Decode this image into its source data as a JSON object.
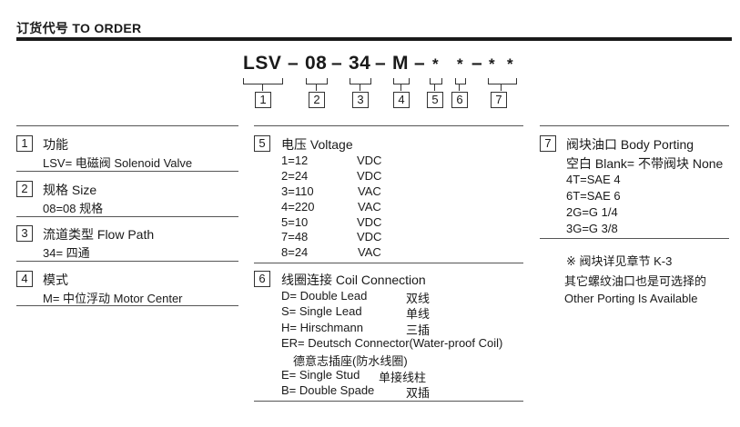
{
  "header": {
    "title": "订货代号 TO ORDER"
  },
  "code": {
    "lsv": "LSV",
    "d1": "–",
    "size": "08",
    "d2": "–",
    "flow": "34",
    "d3": "–",
    "mode": "M",
    "d4": "–",
    "v": "*",
    "c": "*",
    "d5": "–",
    "p1": "*",
    "p2": "*"
  },
  "boxes": [
    "1",
    "2",
    "3",
    "4",
    "5",
    "6",
    "7"
  ],
  "sections": {
    "s1": {
      "num": "1",
      "title": "功能",
      "line": "LSV= 电磁阀 Solenoid Valve"
    },
    "s2": {
      "num": "2",
      "title": "规格 Size",
      "line": "08=08 规格"
    },
    "s3": {
      "num": "3",
      "title": "流道类型 Flow Path",
      "line": "34= 四通"
    },
    "s4": {
      "num": "4",
      "title": "模式",
      "line": "M= 中位浮动 Motor Center"
    },
    "s5": {
      "num": "5",
      "title": "电压 Voltage",
      "rows": [
        {
          "code": "1=12",
          "unit": "VDC"
        },
        {
          "code": "2=24",
          "unit": "VDC"
        },
        {
          "code": "3=110",
          "unit": "VAC"
        },
        {
          "code": "4=220",
          "unit": "VAC"
        },
        {
          "code": "5=10",
          "unit": "VDC"
        },
        {
          "code": "7=48",
          "unit": "VDC"
        },
        {
          "code": "8=24",
          "unit": "VAC"
        }
      ]
    },
    "s6": {
      "num": "6",
      "title": "线圈连接 Coil Connection",
      "rows": [
        {
          "code": "D= Double Lead",
          "zh": "双线"
        },
        {
          "code": "S= Single Lead",
          "zh": "单线"
        },
        {
          "code": "H= Hirschmann",
          "zh": "三插"
        },
        {
          "code": "ER= Deutsch Connector(Water-proof Coil)",
          "zh": ""
        },
        {
          "code": "德意志插座(防水线圈)",
          "zh": ""
        },
        {
          "code": "E= Single Stud",
          "zh": "单接线柱"
        },
        {
          "code": "B= Double Spade",
          "zh": "双插"
        }
      ]
    },
    "s7": {
      "num": "7",
      "title": "阀块油口 Body Porting",
      "rows": [
        "空白 Blank= 不带阀块 None",
        "4T=SAE 4",
        "6T=SAE 6",
        "2G=G 1/4",
        "3G=G 3/8"
      ],
      "note1": "※ 阀块详见章节 K-3",
      "note2": "其它螺纹油口也是可选择的",
      "note3": "Other Porting Is Available"
    }
  }
}
